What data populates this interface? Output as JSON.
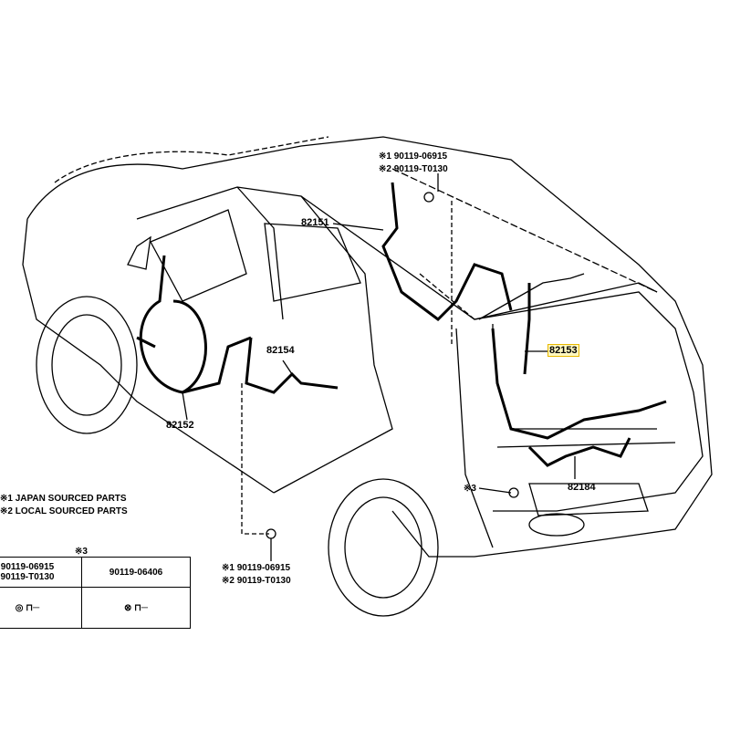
{
  "legend": {
    "note1": "※1 JAPAN SOURCED PARTS",
    "note2": "※2 LOCAL SOURCED PARTS"
  },
  "callouts": {
    "roof_bolt": {
      "p1": "※1 90119-06915",
      "p2": "※2 90119-T0130"
    },
    "floor_bolt": {
      "p1": "※1 90119-06915",
      "p2": "※2 90119-T0130"
    },
    "ref3": "※3"
  },
  "parts": {
    "p82151": "82151",
    "p82152": "82152",
    "p82153": "82153",
    "p82154": "82154",
    "p82184": "82184"
  },
  "table": {
    "title": "※3",
    "col1a": "90119-06915",
    "col1b": "90119-T0130",
    "col2": "90119-06406"
  },
  "colors": {
    "highlight": "#e8b800"
  }
}
